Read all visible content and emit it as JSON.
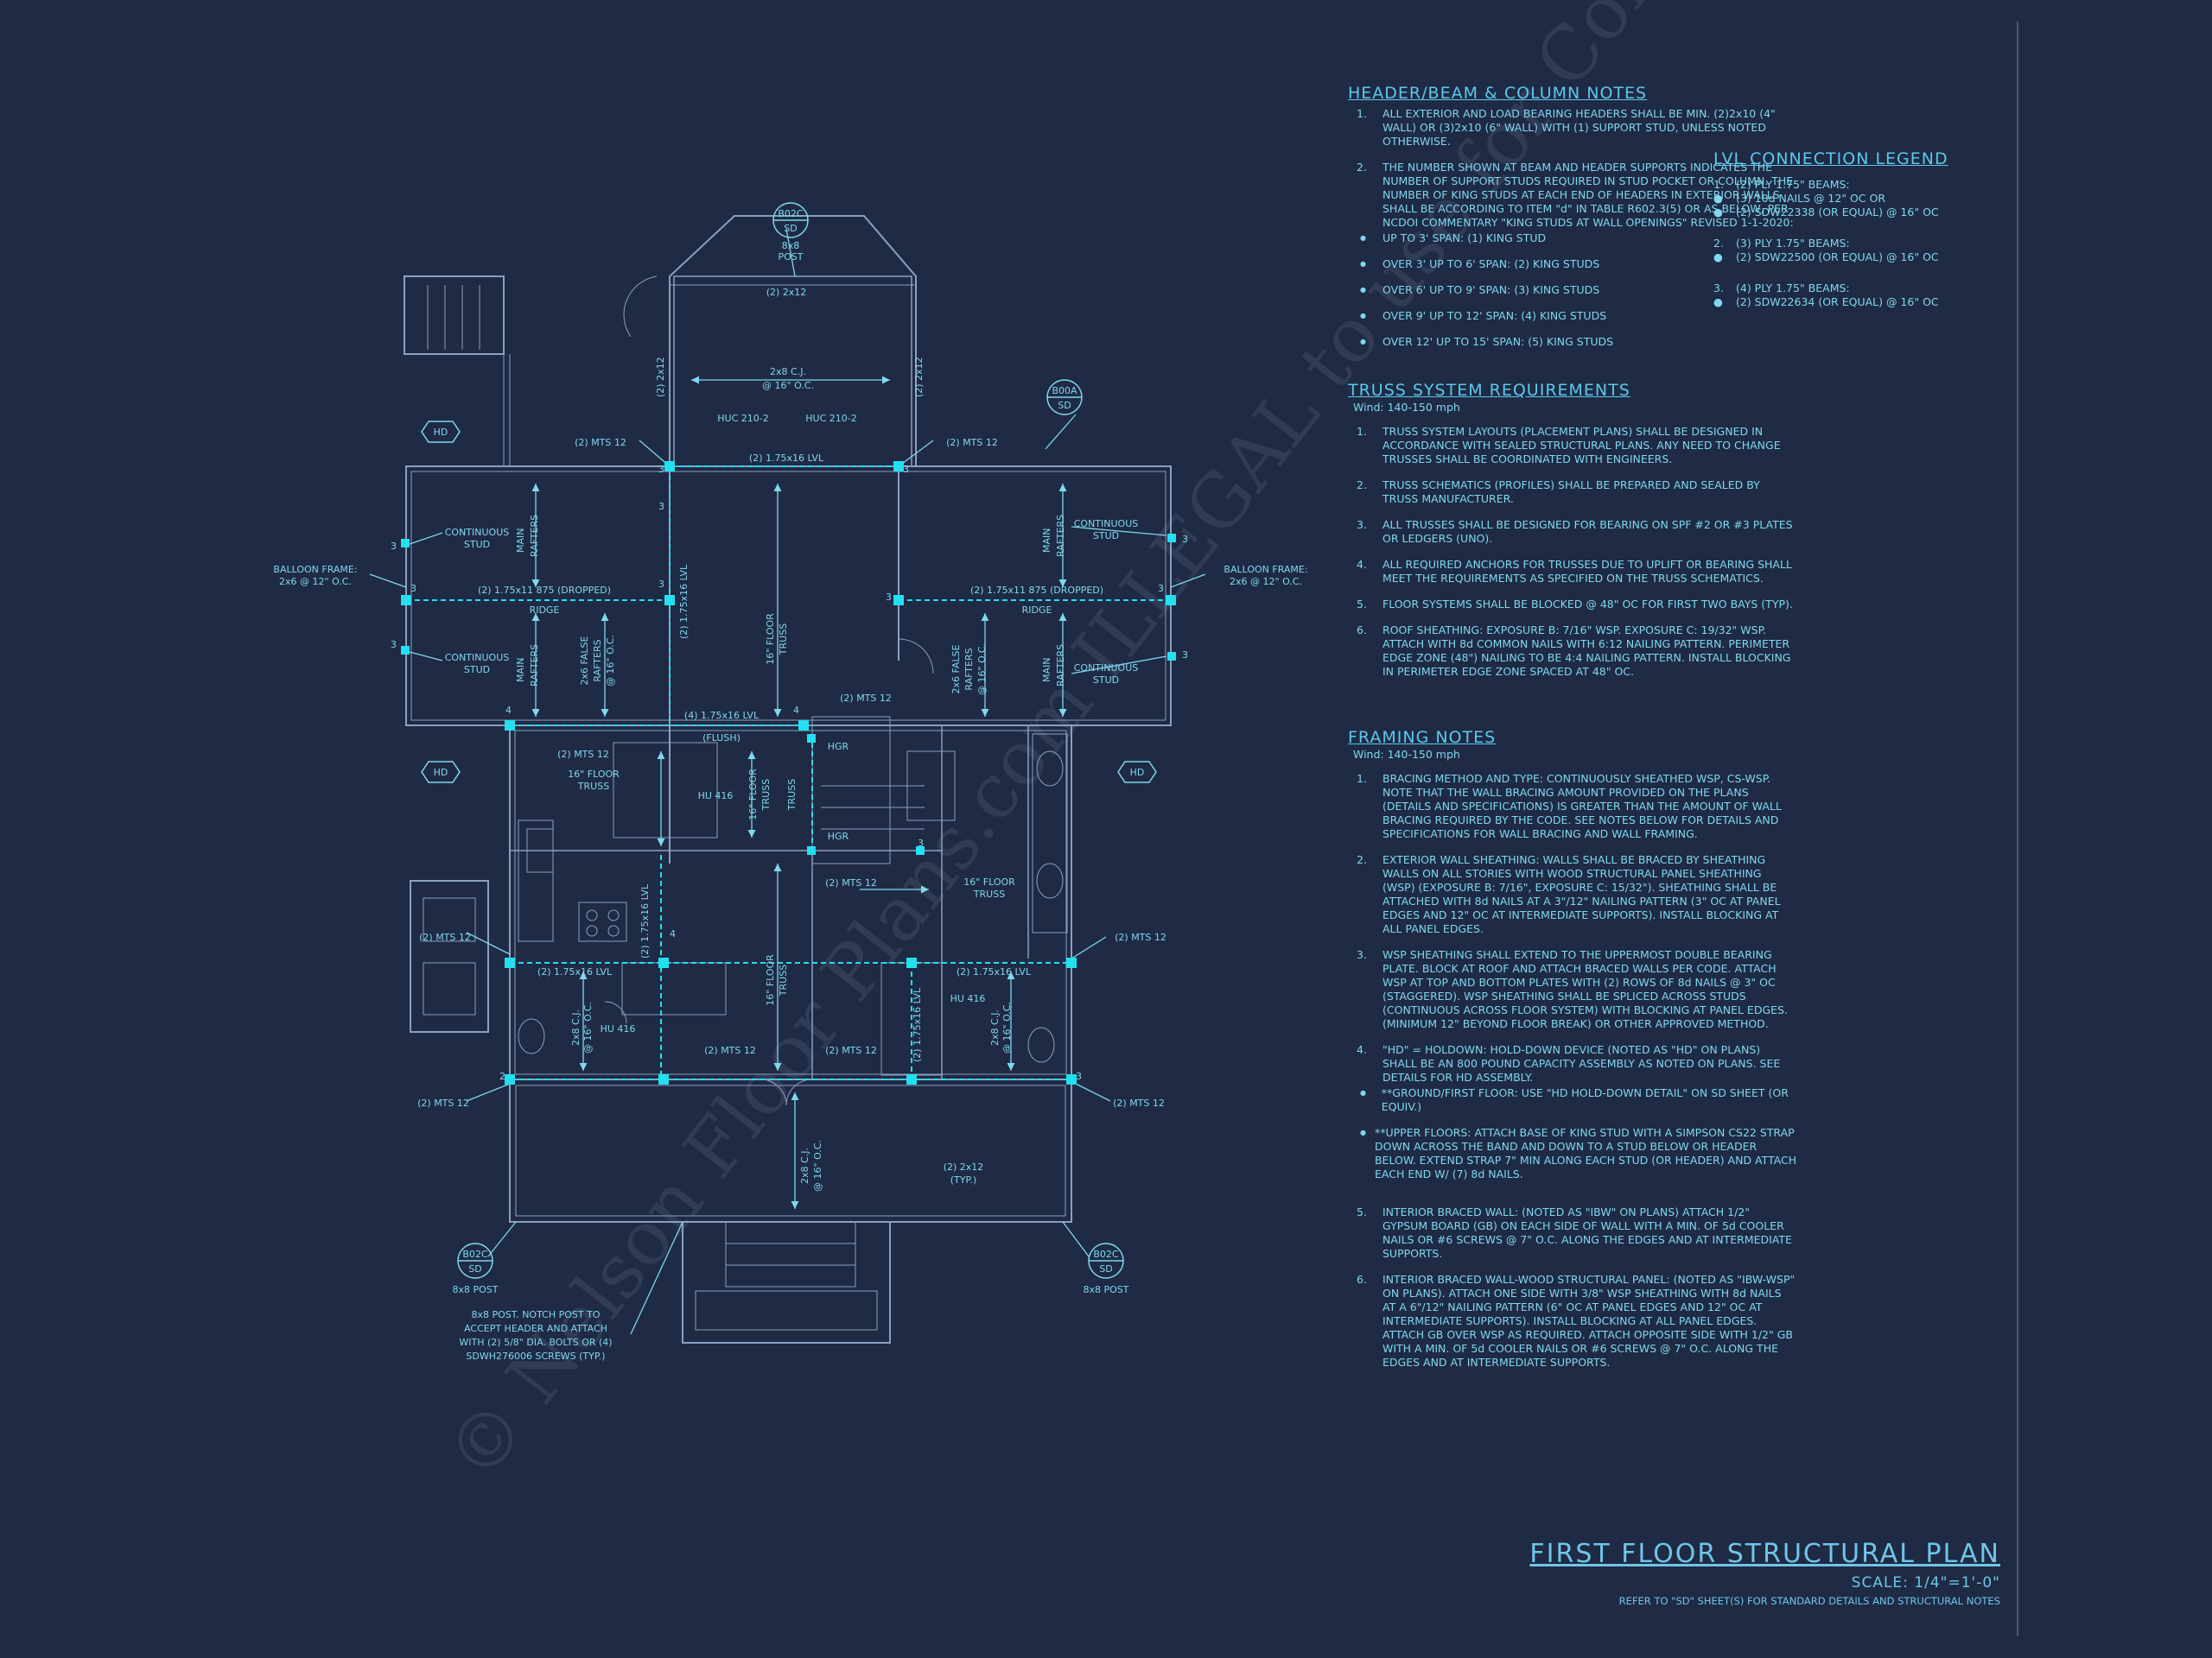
{
  "plan_labels": {
    "b02c_top": "B02C",
    "sd": "SD",
    "post_8x8": "8x8",
    "post_word": "POST",
    "b00a": "B00A",
    "hd": "HD",
    "balloon_frame": "BALLOON FRAME:",
    "balloon_spacing": "2x6 @ 12\" O.C.",
    "continuous": "CONTINUOUS",
    "stud": "STUD",
    "main_rafters_1": "MAIN",
    "main_rafters_2": "RAFTERS",
    "ridge": "RIDGE",
    "dropped_beam": "(2) 1.75x11 875 (DROPPED)",
    "lvl_2_175x16": "(2) 1.75x16 LVL",
    "lvl_4_175x16": "(4) 1.75x16 LVL",
    "lvl_175x16": "(2) 1.75x16 LVL",
    "two_2x12": "(2) 2x12",
    "two_2x12_typ": "(TYP.)",
    "cj_2x8": "2x8 C.J.",
    "cj_spacing": "@ 16\" O.C.",
    "huc": "HUC 210-2",
    "mts": "(2) MTS 12",
    "floor_truss_16": "16\" FLOOR",
    "truss": "TRUSS",
    "false_rafters_1": "2x6 FALSE",
    "false_rafters_2": "RAFTERS",
    "false_rafters_3": "@ 16\" O.C.",
    "flush": "(FLUSH)",
    "hu416": "HU 416",
    "hgr": "HGR",
    "post_8x8_full": "8x8 POST",
    "note_post_1": "8x8 POST. NOTCH POST TO",
    "note_post_2": "ACCEPT HEADER AND ATTACH",
    "note_post_3": "WITH (2) 5/8\" DIA. BOLTS OR (4)",
    "note_post_4": "SDWH276006 SCREWS (TYP.)",
    "n3": "3",
    "n4": "4",
    "n2": "2"
  },
  "header_notes": {
    "title": "HEADER/BEAM & COLUMN NOTES",
    "items": [
      {
        "n": "1.",
        "t": "ALL EXTERIOR AND LOAD BEARING HEADERS SHALL BE MIN. (2)2x10 (4\" WALL) OR (3)2x10 (6\" WALL) WITH (1) SUPPORT STUD, UNLESS NOTED OTHERWISE."
      },
      {
        "n": "2.",
        "t": "THE NUMBER SHOWN AT BEAM AND HEADER SUPPORTS INDICATES THE NUMBER OF SUPPORT STUDS REQUIRED IN STUD POCKET OR COLUMN. THE NUMBER OF KING STUDS AT EACH END OF HEADERS IN EXTERIOR WALLS SHALL BE ACCORDING TO ITEM \"d\" IN TABLE R602.3(5) OR AS BELOW, PER NCDOI COMMENTARY \"KING STUDS AT WALL OPENINGS\" REVISED 1-1-2020:"
      }
    ],
    "bullets": [
      "UP TO 3' SPAN: (1) KING STUD",
      "OVER 3' UP TO 6' SPAN: (2) KING STUDS",
      "OVER 6' UP TO 9' SPAN: (3) KING STUDS",
      "OVER 9' UP TO 12' SPAN: (4) KING STUDS",
      "OVER 12' UP TO 15' SPAN: (5) KING STUDS"
    ]
  },
  "lvl_legend": {
    "title": "LVL CONNECTION LEGEND",
    "groups": [
      {
        "n": "1.",
        "lines": [
          "(2) PLY 1.75\" BEAMS:",
          "(3) 10d NAILS @ 12\" OC OR",
          "(2) SDW22338 (OR EQUAL) @ 16\" OC"
        ]
      },
      {
        "n": "2.",
        "lines": [
          "(3) PLY 1.75\" BEAMS:",
          "(2) SDW22500 (OR EQUAL) @ 16\" OC"
        ]
      },
      {
        "n": "3.",
        "lines": [
          "(4) PLY 1.75\" BEAMS:",
          "(2) SDW22634 (OR EQUAL) @ 16\" OC"
        ]
      }
    ]
  },
  "truss_notes": {
    "title": "TRUSS SYSTEM REQUIREMENTS",
    "wind": "Wind: 140-150 mph",
    "items": [
      {
        "n": "1.",
        "t": "TRUSS SYSTEM LAYOUTS (PLACEMENT PLANS) SHALL BE DESIGNED IN ACCORDANCE WITH SEALED STRUCTURAL PLANS. ANY NEED TO CHANGE TRUSSES SHALL BE COORDINATED WITH ENGINEERS."
      },
      {
        "n": "2.",
        "t": "TRUSS SCHEMATICS (PROFILES) SHALL BE PREPARED AND SEALED BY TRUSS MANUFACTURER."
      },
      {
        "n": "3.",
        "t": "ALL TRUSSES SHALL BE DESIGNED FOR BEARING ON SPF #2 OR #3 PLATES OR LEDGERS (UNO)."
      },
      {
        "n": "4.",
        "t": "ALL REQUIRED ANCHORS FOR TRUSSES DUE TO UPLIFT OR BEARING SHALL MEET THE REQUIREMENTS AS SPECIFIED ON THE TRUSS SCHEMATICS."
      },
      {
        "n": "5.",
        "t": "FLOOR SYSTEMS SHALL BE BLOCKED @ 48\" OC FOR FIRST TWO BAYS (TYP)."
      },
      {
        "n": "6.",
        "t": "ROOF SHEATHING: EXPOSURE B: 7/16\" WSP. EXPOSURE C: 19/32\" WSP. ATTACH WITH 8d COMMON NAILS WITH 6:12 NAILING PATTERN. PERIMETER EDGE ZONE (48\") NAILING TO BE 4:4 NAILING PATTERN. INSTALL BLOCKING IN PERIMETER EDGE ZONE SPACED AT 48\" OC."
      }
    ]
  },
  "framing_notes": {
    "title": "FRAMING NOTES",
    "wind": "Wind: 140-150 mph",
    "items": [
      {
        "n": "1.",
        "t": "BRACING METHOD AND TYPE: CONTINUOUSLY SHEATHED WSP, CS-WSP. NOTE THAT THE WALL BRACING AMOUNT PROVIDED ON THE PLANS (DETAILS AND SPECIFICATIONS) IS GREATER THAN THE AMOUNT OF WALL BRACING REQUIRED BY THE CODE. SEE NOTES BELOW FOR DETAILS AND SPECIFICATIONS FOR WALL BRACING AND WALL FRAMING."
      },
      {
        "n": "2.",
        "t": "EXTERIOR WALL SHEATHING: WALLS SHALL BE BRACED BY SHEATHING WALLS ON ALL STORIES WITH WOOD STRUCTURAL PANEL SHEATHING (WSP) (EXPOSURE B: 7/16\", EXPOSURE C: 15/32\"). SHEATHING SHALL BE ATTACHED WITH 8d NAILS AT A 3\"/12\" NAILING PATTERN (3\" OC AT PANEL EDGES AND 12\" OC AT INTERMEDIATE SUPPORTS). INSTALL BLOCKING AT ALL PANEL EDGES."
      },
      {
        "n": "3.",
        "t": "WSP SHEATHING SHALL EXTEND TO THE UPPERMOST DOUBLE BEARING PLATE. BLOCK AT ROOF AND ATTACH BRACED WALLS PER CODE. ATTACH WSP AT TOP AND BOTTOM PLATES WITH (2) ROWS OF 8d NAILS @ 3\" OC (STAGGERED). WSP SHEATHING SHALL BE SPLICED ACROSS STUDS (CONTINUOUS ACROSS FLOOR SYSTEM) WITH BLOCKING AT PANEL EDGES. (MINIMUM 12\" BEYOND FLOOR BREAK) OR OTHER APPROVED METHOD."
      },
      {
        "n": "4.",
        "t": "\"HD\" = HOLDOWN: HOLD-DOWN DEVICE (NOTED AS \"HD\" ON PLANS) SHALL BE AN 800 POUND CAPACITY ASSEMBLY AS NOTED ON PLANS. SEE DETAILS FOR HD ASSEMBLY.",
        "bullets": [
          "**GROUND/FIRST FLOOR: USE \"HD HOLD-DOWN DETAIL\" ON SD SHEET (OR EQUIV.)",
          "**UPPER FLOORS: ATTACH BASE OF KING STUD WITH A SIMPSON CS22 STRAP DOWN ACROSS THE BAND AND DOWN TO A STUD BELOW OR HEADER BELOW. EXTEND STRAP 7\" MIN ALONG EACH STUD (OR HEADER) AND ATTACH EACH END W/ (7) 8d NAILS."
        ]
      },
      {
        "n": "5.",
        "t": "INTERIOR BRACED WALL: (NOTED AS \"IBW\" ON PLANS) ATTACH 1/2\" GYPSUM BOARD (GB) ON EACH SIDE OF WALL WITH A MIN. OF 5d COOLER NAILS OR #6 SCREWS @ 7\" O.C. ALONG THE EDGES AND AT INTERMEDIATE SUPPORTS."
      },
      {
        "n": "6.",
        "t": "INTERIOR BRACED WALL-WOOD STRUCTURAL PANEL: (NOTED AS \"IBW-WSP\" ON PLANS). ATTACH ONE SIDE WITH 3/8\" WSP SHEATHING WITH 8d NAILS AT A 6\"/12\" NAILING PATTERN (6\" OC AT PANEL EDGES AND 12\" OC AT INTERMEDIATE SUPPORTS). INSTALL BLOCKING AT ALL PANEL EDGES. ATTACH GB OVER WSP AS REQUIRED. ATTACH OPPOSITE SIDE WITH 1/2\" GB WITH A MIN. OF 5d COOLER NAILS OR #6 SCREWS @ 7\" O.C. ALONG THE EDGES AND AT INTERMEDIATE SUPPORTS."
      }
    ]
  },
  "title_block": {
    "title": "FIRST FLOOR STRUCTURAL PLAN",
    "scale": "SCALE: 1/4\"=1'-0\"",
    "ref": "REFER TO \"SD\" SHEET(S) FOR STANDARD DETAILS AND STRUCTURAL NOTES"
  },
  "watermark": "© Nelson Floor Plans.com  ILLEGAL to use for Construction  May be used for Estimations",
  "colors": {
    "background": "#1f2a44",
    "line": "#7fd8ee",
    "accent": "#22e0f0",
    "wall": "#8aa0c0"
  }
}
